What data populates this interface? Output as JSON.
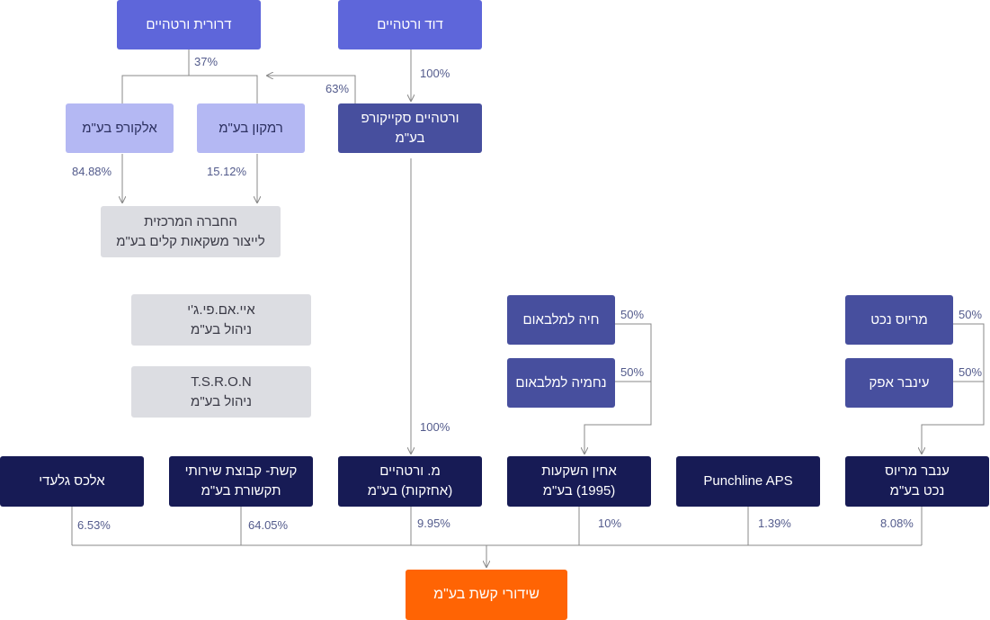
{
  "colors": {
    "top_owner": "#5e66da",
    "light_owner": "#b4b8f3",
    "mid_entity": "#474f9e",
    "neutral_entity": "#dcdde2",
    "shareholder": "#171b55",
    "company": "#ff6404",
    "line": "#888888",
    "percent_text": "#535b8c"
  },
  "nodes": {
    "drorit": [
      "דרורית ורטהיים"
    ],
    "david": [
      "דוד ורטהיים"
    ],
    "alkorp": [
      "אלקורפ בע\"מ"
    ],
    "ramkon": [
      "רמקון בע\"מ"
    ],
    "skykorp": [
      "ורטהיים סקייקורפ",
      "בע\"מ"
    ],
    "central": [
      "החברה המרכזית",
      "לייצור משקאות קלים בע\"מ"
    ],
    "apg": [
      "איי.אם.פי.ג'י",
      "ניהול בע\"מ"
    ],
    "tsron": [
      "T.S.R.O.N",
      "ניהול בע\"מ"
    ],
    "haya": [
      "חיה למלבאום"
    ],
    "nehemia": [
      "נחמיה למלבאום"
    ],
    "marius": [
      "מריוס נכט"
    ],
    "inbar": [
      "עינבר אפק"
    ],
    "alex": [
      "אלכס גלעדי"
    ],
    "kashet_group": [
      "קשת- קבוצת שירותי",
      "תקשורת בע\"מ"
    ],
    "m_wertheim": [
      "מ. ורטהיים",
      "(אחזקות) בע\"מ"
    ],
    "ahin": [
      "אחין השקעות",
      "(1995) בע\"מ"
    ],
    "punchline": [
      "Punchline APS"
    ],
    "inbar_marius": [
      "ענבר מריוס",
      "נכט בע\"מ"
    ],
    "kashet_broadcast": [
      "שידורי קשת בע\"מ"
    ]
  },
  "percentages": {
    "drorit_to_holdings": "37%",
    "david_to_skykorp": "100%",
    "skykorp_to_holdings": "63%",
    "alkorp_to_central": "84.88%",
    "ramkon_to_central": "15.12%",
    "skykorp_to_m_wertheim": "100%",
    "haya_to_ahin": "50%",
    "nehemia_to_ahin": "50%",
    "marius_to_inbar_marius": "50%",
    "inbar_to_inbar_marius": "50%",
    "alex_share": "6.53%",
    "kashet_group_share": "64.05%",
    "m_wertheim_share": "9.95%",
    "ahin_share": "10%",
    "punchline_share": "1.39%",
    "inbar_marius_share": "8.08%"
  }
}
